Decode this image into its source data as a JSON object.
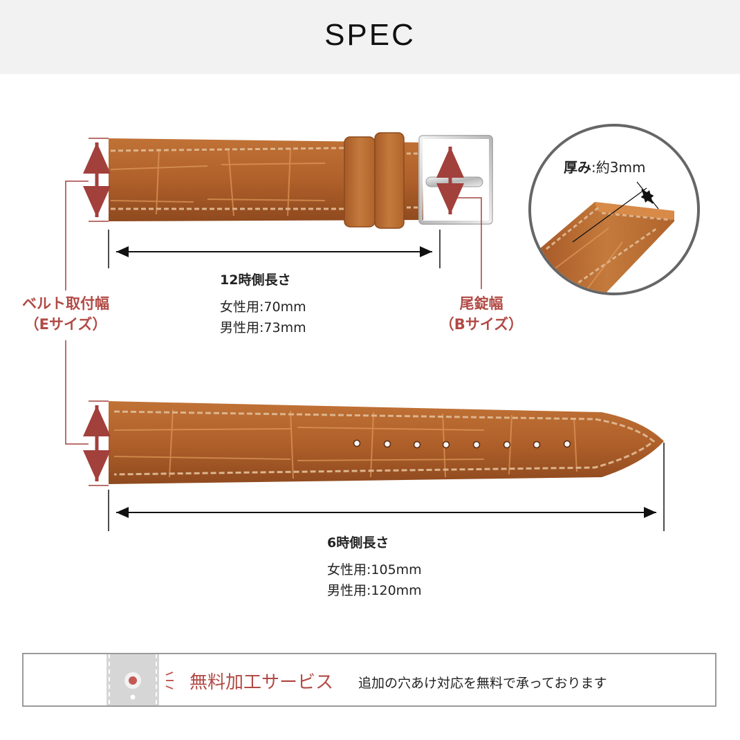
{
  "header": {
    "title": "SPEC"
  },
  "thickness": {
    "label": "厚み",
    "value": ":約3mm"
  },
  "lug_width": {
    "line1": "ベルト取付幅",
    "line2": "（Eサイズ）"
  },
  "buckle_width": {
    "line1": "尾錠幅",
    "line2": "（Bサイズ）"
  },
  "length_12": {
    "title": "12時側長さ",
    "female": "女性用:70mm",
    "male": "男性用:73mm"
  },
  "length_6": {
    "title": "6時側長さ",
    "female": "女性用:105mm",
    "male": "男性用:120mm"
  },
  "banner": {
    "title": "無料加工サービス",
    "description": "追加の穴あけ対応を無料で承っております"
  },
  "colors": {
    "accent": "#b14a45",
    "leather": "#b5652e",
    "stitch": "#d9b48c",
    "header_bg": "#f2f2f2"
  }
}
